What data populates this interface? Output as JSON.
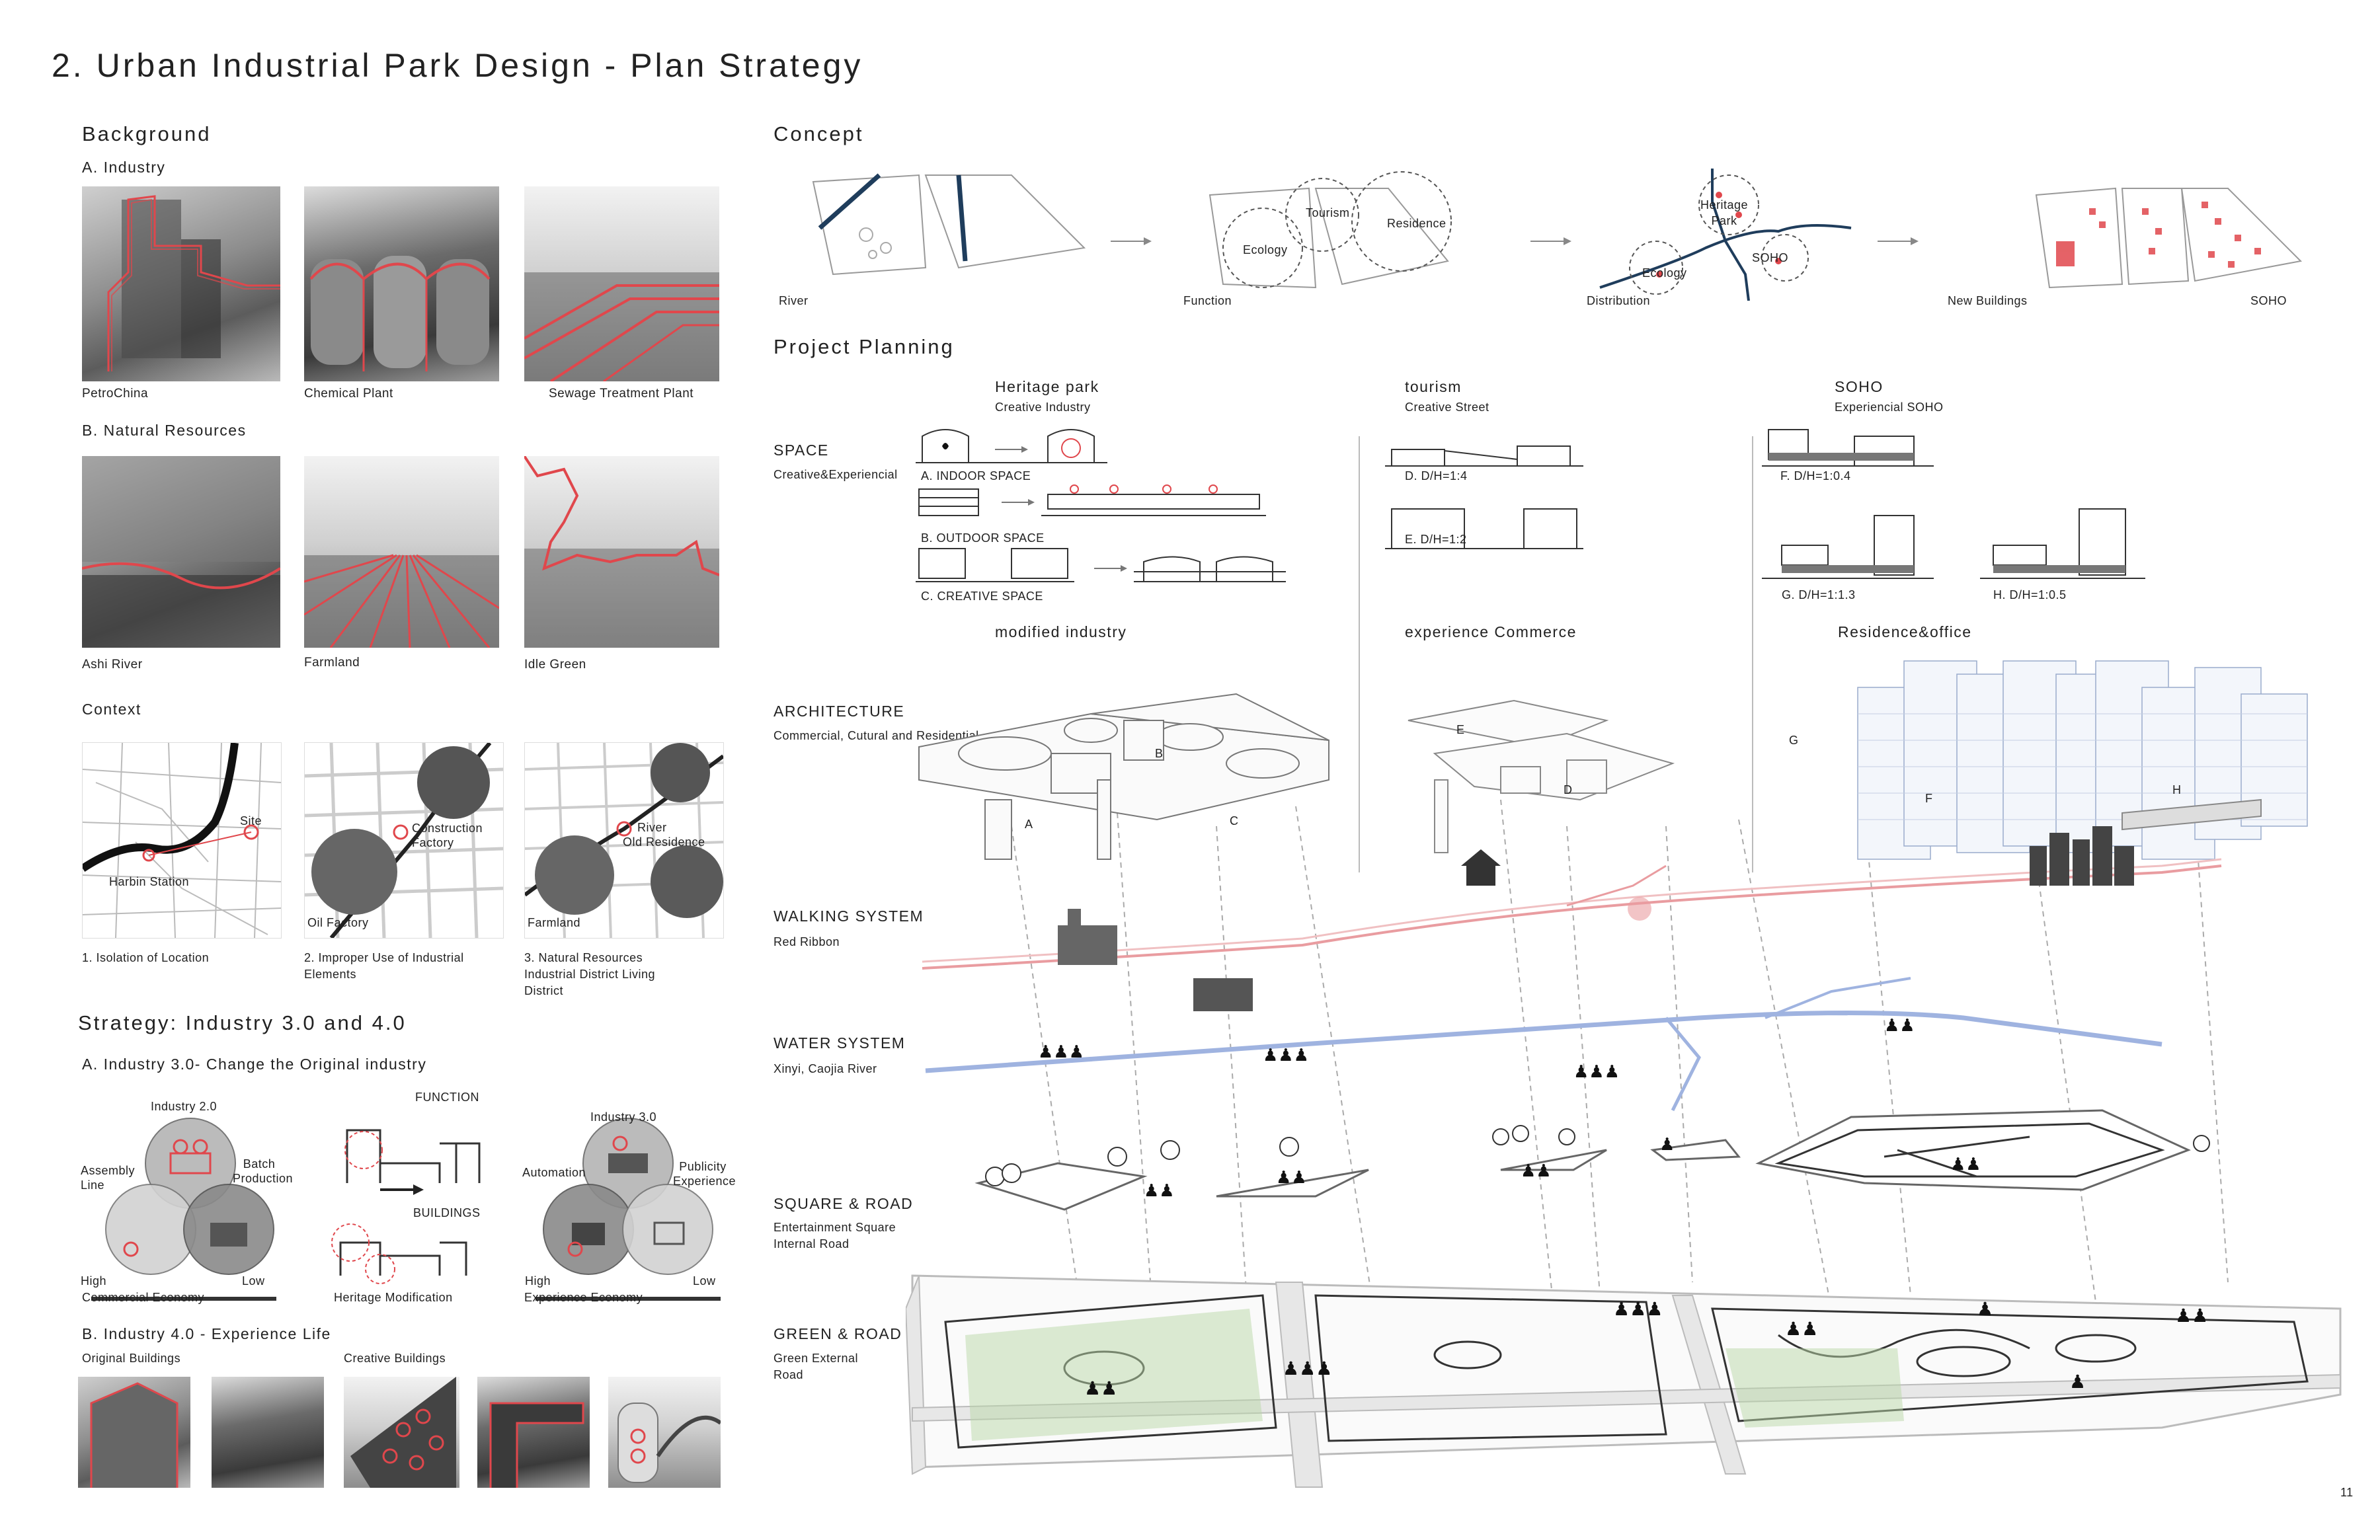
{
  "title": "2. Urban Industrial Park Design - Plan Strategy",
  "page_number": "11",
  "background": {
    "heading": "Background",
    "industry": {
      "heading": "A. Industry",
      "photos": [
        "PetroChina",
        "Chemical Plant",
        "Sewage Treatment Plant"
      ]
    },
    "natural": {
      "heading": "B. Natural Resources",
      "photos": [
        "Ashi River",
        "Farmland",
        "Idle Green"
      ]
    },
    "context": {
      "heading": "Context",
      "maps": [
        {
          "labels": [
            "Site",
            "Harbin Station"
          ],
          "caption": "1. Isolation of Location"
        },
        {
          "labels": [
            "Construction Factory",
            "Oil Factory"
          ],
          "caption": "2. Improper Use of Industrial Elements"
        },
        {
          "labels": [
            "River",
            "Old Residence",
            "Farmland"
          ],
          "caption": "3. Natural Resources Industrial District Living District"
        }
      ]
    }
  },
  "strategy": {
    "heading": "Strategy: Industry 3.0 and 4.0",
    "industry30": {
      "heading": "A. Industry 3.0- Change the Original industry",
      "venn1": {
        "top": "Industry 2.0",
        "left": "Assembly Line",
        "right": "Batch Production",
        "scale_left": "High",
        "scale_right": "Low",
        "axis": "Commercial Economy"
      },
      "middle": {
        "function": "FUNCTION",
        "buildings": "BUILDINGS",
        "caption": "Heritage Modification"
      },
      "venn2": {
        "top": "Industry 3.0",
        "left": "Automation",
        "right": "Publicity Experience",
        "scale_left": "High",
        "scale_right": "Low",
        "axis": "Experience Economy"
      }
    },
    "industry40": {
      "heading": "B. Industry 4.0 - Experience Life",
      "original": "Original Buildings",
      "creative": "Creative Buildings"
    }
  },
  "concept": {
    "heading": "Concept",
    "steps": [
      "River",
      "Function",
      "Distribution",
      "New Buildings",
      "SOHO"
    ],
    "function_labels": [
      "Tourism",
      "Residence",
      "Ecology"
    ],
    "distribution_labels": [
      "Heritage Park",
      "Ecology",
      "SOHO"
    ]
  },
  "planning": {
    "heading": "Project Planning",
    "columns": [
      {
        "title": "Heritage park",
        "sub": "Creative Industry"
      },
      {
        "title": "tourism",
        "sub": "Creative Street"
      },
      {
        "title": "SOHO",
        "sub": "Experiencial SOHO"
      }
    ],
    "space": {
      "label": "SPACE",
      "sub": "Creative&Experiencial",
      "items": [
        "A. INDOOR SPACE",
        "B. OUTDOOR SPACE",
        "C. CREATIVE SPACE",
        "D. D/H=1:4",
        "E. D/H=1:2",
        "F. D/H=1:0.4",
        "G. D/H=1:1.3",
        "H. D/H=1:0.5"
      ]
    },
    "arch_headers": [
      "modified industry",
      "experience Commerce",
      "Residence&office"
    ],
    "layers": [
      {
        "label": "ARCHITECTURE",
        "sub": "Commercial, Cutural and Residential"
      },
      {
        "label": "WALKING SYSTEM",
        "sub": "Red Ribbon"
      },
      {
        "label": "WATER SYSTEM",
        "sub": "Xinyi, Caojia River"
      },
      {
        "label": "SQUARE & ROAD",
        "sub": "Entertainment Square Internal Road"
      },
      {
        "label": "GREEN & ROAD",
        "sub": "Green External Road"
      }
    ],
    "arch_letters": [
      "A",
      "B",
      "C",
      "D",
      "E",
      "F",
      "G",
      "H"
    ]
  },
  "colors": {
    "accent": "#e0474c",
    "water": "#9fb3e0",
    "ribbon": "#e99ca0",
    "river_dark": "#1f3d5c"
  }
}
